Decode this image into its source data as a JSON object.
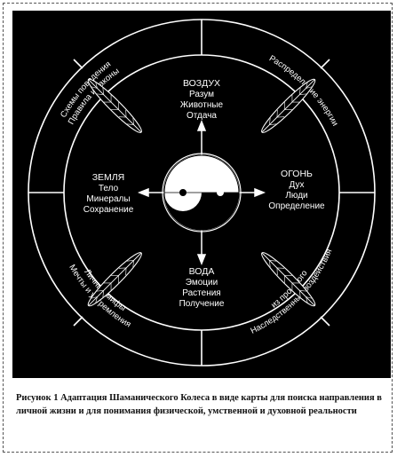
{
  "diagram": {
    "ring_texts": {
      "top_left": [
        "Схемы поведения",
        "Правила и законы"
      ],
      "top_right": [
        "Распределение энергии"
      ],
      "bottom_left": [
        "Мечты и устремления",
        "Личные мифы"
      ],
      "bottom_right": [
        "Наследственные воздействия",
        "из прошлого"
      ]
    },
    "directions": {
      "north": [
        "ВОЗДУХ",
        "Разум",
        "Животные",
        "Отдача"
      ],
      "east": [
        "ОГОНЬ",
        "Дух",
        "Люди",
        "Определение"
      ],
      "south": [
        "ВОДА",
        "Эмоции",
        "Растения",
        "Получение"
      ],
      "west": [
        "ЗЕМЛЯ",
        "Тело",
        "Минералы",
        "Сохранение"
      ]
    },
    "colors": {
      "background": "#000000",
      "lines": "#ffffff",
      "caption": "#111111"
    }
  },
  "caption": "Рисунок 1 Адаптация Шаманического Колеса в виде карты для поиска направления в личной жизни и для понимания физической, умственной и духовной реальности"
}
